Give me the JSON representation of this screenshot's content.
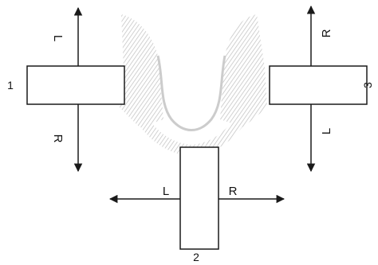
{
  "diagram": {
    "blocks": [
      {
        "number": "1",
        "up_label": "L",
        "down_label": "R"
      },
      {
        "number": "2",
        "left_label": "L",
        "right_label": "R"
      },
      {
        "number": "3",
        "up_label": "R",
        "down_label": "L"
      }
    ]
  },
  "colors": {
    "line": "#1a1a1a",
    "shading": "#c4c4c4",
    "background": "#ffffff"
  }
}
